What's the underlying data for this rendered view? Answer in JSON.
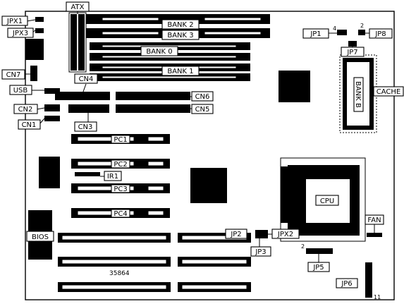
{
  "labels": {
    "atx": "ATX",
    "jpx1": "JPX1",
    "jpx3": "JPX3",
    "cn7": "CN7",
    "usb": "USB",
    "cn2": "CN2",
    "cn1": "CN1",
    "cn3": "CN3",
    "cn4": "CN4",
    "cn5": "CN5",
    "cn6": "CN6",
    "bank2": "BANK 2",
    "bank3": "BANK 3",
    "bank0": "BANK 0",
    "bank1": "BANK 1",
    "jp1": "JP1",
    "jp8": "JP8",
    "jp7": "JP7",
    "cache": "CACHE",
    "bank_b": "BANK B",
    "pc1": "PC1",
    "pc2": "PC2",
    "ir1": "IR1",
    "pc3": "PC3",
    "pc4": "PC4",
    "cpu": "CPU",
    "bios": "BIOS",
    "jp2": "JP2",
    "jpx2": "JPX2",
    "jp3": "JP3",
    "jp5": "JP5",
    "jp6": "JP6",
    "fan": "FAN",
    "board_no": "35864",
    "pin_4": "4",
    "pin_2a": "2",
    "pin_2b": "2",
    "pin_11": "11"
  }
}
